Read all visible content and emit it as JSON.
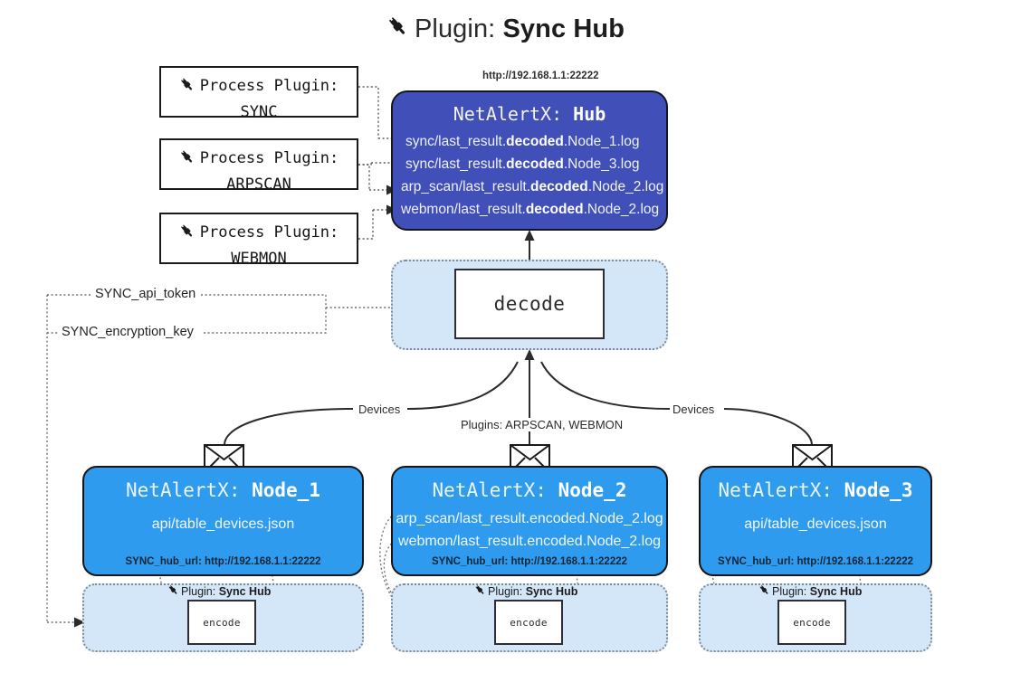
{
  "title": {
    "icon": "plug-icon",
    "prefix": "Plugin: ",
    "name": "Sync Hub"
  },
  "process_plugins": [
    {
      "icon": "plug-icon",
      "line1": "Process Plugin:",
      "line2": "SYNC"
    },
    {
      "icon": "plug-icon",
      "line1": "Process Plugin:",
      "line2": "ARPSCAN"
    },
    {
      "icon": "plug-icon",
      "line1": "Process Plugin:",
      "line2": "WEBMON"
    }
  ],
  "hub": {
    "url": "http://192.168.1.1:22222",
    "title_prefix": "NetAlertX: ",
    "title_name": "Hub",
    "color": "#4150b8",
    "lines": [
      {
        "pre": "sync/last_result.",
        "mid": "decoded",
        "post": ".Node_1.log"
      },
      {
        "pre": "sync/last_result.",
        "mid": "decoded",
        "post": ".Node_3.log"
      },
      {
        "pre": "arp_scan/last_result.",
        "mid": "decoded",
        "post": ".Node_2.log"
      },
      {
        "pre": "webmon/last_result.",
        "mid": "decoded",
        "post": ".Node_2.log"
      }
    ]
  },
  "decode": {
    "label": "decode",
    "pane_color": "#d4e7f8"
  },
  "tokens": [
    {
      "label": "SYNC_api_token"
    },
    {
      "label": "SYNC_encryption_key"
    }
  ],
  "edge_labels": {
    "devices_left": "Devices",
    "devices_right": "Devices",
    "plugins_center": "Plugins: ARPSCAN, WEBMON"
  },
  "nodes": [
    {
      "title_prefix": "NetAlertX: ",
      "title_name": "Node_1",
      "color": "#2f9bef",
      "lines": [
        "api/table_devices.json"
      ],
      "footer": "SYNC_hub_url: http://192.168.1.1:22222",
      "icon": "envelope-icon"
    },
    {
      "title_prefix": "NetAlertX: ",
      "title_name": "Node_2",
      "color": "#2f9bef",
      "lines": [
        "arp_scan/last_result.encoded.Node_2.log",
        "webmon/last_result.encoded.Node_2.log"
      ],
      "footer": "SYNC_hub_url: http://192.168.1.1:22222",
      "icon": "envelope-icon"
    },
    {
      "title_prefix": "NetAlertX: ",
      "title_name": "Node_3",
      "color": "#2f9bef",
      "lines": [
        "api/table_devices.json"
      ],
      "footer": "SYNC_hub_url: http://192.168.1.1:22222",
      "icon": "envelope-icon"
    }
  ],
  "encoders": [
    {
      "caption_prefix": "Plugin: ",
      "caption_name": "Sync Hub",
      "label": "encode",
      "icon": "plug-icon"
    },
    {
      "caption_prefix": "Plugin: ",
      "caption_name": "Sync Hub",
      "label": "encode",
      "icon": "plug-icon"
    },
    {
      "caption_prefix": "Plugin: ",
      "caption_name": "Sync Hub",
      "label": "encode",
      "icon": "plug-icon"
    }
  ]
}
